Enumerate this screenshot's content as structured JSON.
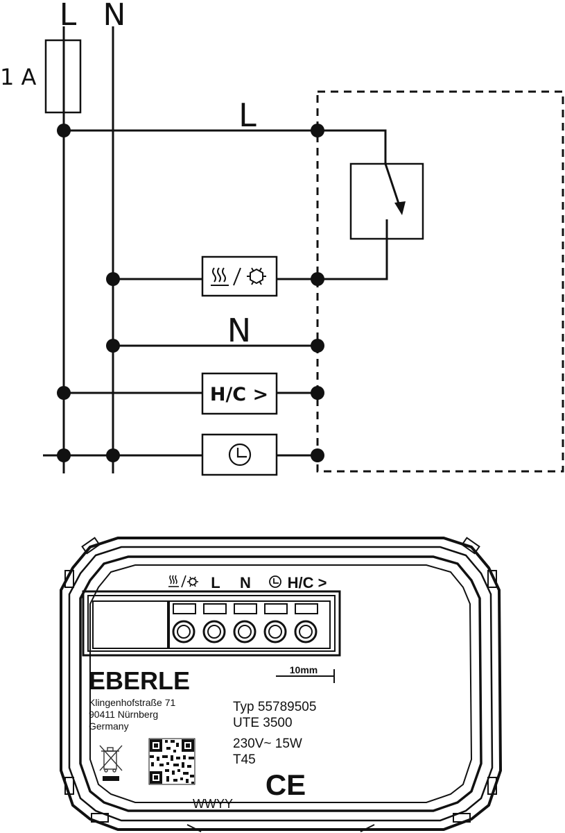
{
  "wiring": {
    "top_l": "L",
    "top_n": "N",
    "fuse": "1 A",
    "bus_l": "L",
    "bus_n": "N",
    "hc_box": "H/C >"
  },
  "device": {
    "terminals": {
      "heat_cool_symbol": "heat-cool-symbol",
      "l": "L",
      "n": "N",
      "clock_symbol": "clock-symbol",
      "hc": "H/C >"
    },
    "scale_label": "10mm",
    "brand": "EBERLE",
    "address_line1": "Klingenhofstraße 71",
    "address_line2": "90411 Nürnberg",
    "address_line3": "Germany",
    "typ": "Typ 55789505",
    "model": "UTE 3500",
    "rating": "230V~ 15W",
    "temp": "T45",
    "ce": "CE",
    "date_code": "WWYY",
    "icons": [
      "weee-bin-icon",
      "qr-code-icon"
    ]
  },
  "colors": {
    "ink": "#111111",
    "background": "#ffffff"
  }
}
